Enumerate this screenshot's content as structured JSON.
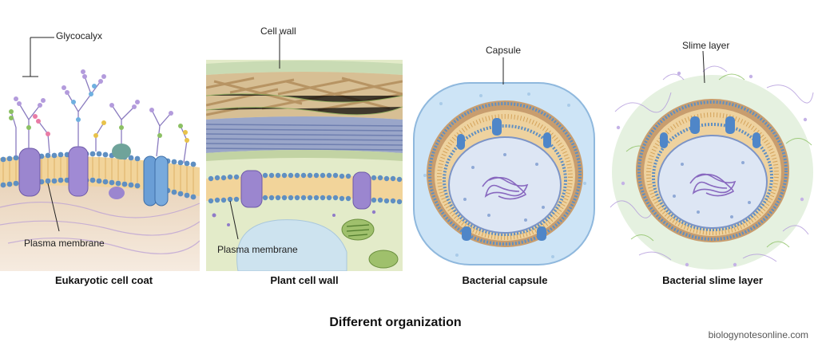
{
  "panels": [
    {
      "caption": "Eukaryotic cell coat",
      "labels": {
        "top": "Glycocalyx",
        "bottom": "Plasma membrane"
      }
    },
    {
      "caption": "Plant cell wall",
      "labels": {
        "top": "Cell wall",
        "bottom": "Plasma membrane"
      }
    },
    {
      "caption": "Bacterial capsule",
      "labels": {
        "top": "Capsule"
      }
    },
    {
      "caption": "Bacterial slime layer",
      "labels": {
        "top": "Slime layer"
      }
    }
  ],
  "title": "Different organization",
  "watermark": "biologynotesonline.com",
  "colors": {
    "membrane_head": "#6f9cc9",
    "membrane_tail": "#e9c27a",
    "protein_purple": "#8f7bc8",
    "protein_blue": "#5f93cf",
    "capsule_fill": "#cfe6f7",
    "slime_fill": "#dcefd8",
    "cytoplasm": "#dfe6f3",
    "plant_cytoplasm": "#dfe9c9",
    "fiber_tan": "#c6a678"
  },
  "icons": [
    "glycocalyx-sugar-chain-icon",
    "membrane-protein-icon",
    "cellulose-fiber-icon",
    "chloroplast-icon",
    "vacuole-icon",
    "nucleoid-dna-icon"
  ]
}
